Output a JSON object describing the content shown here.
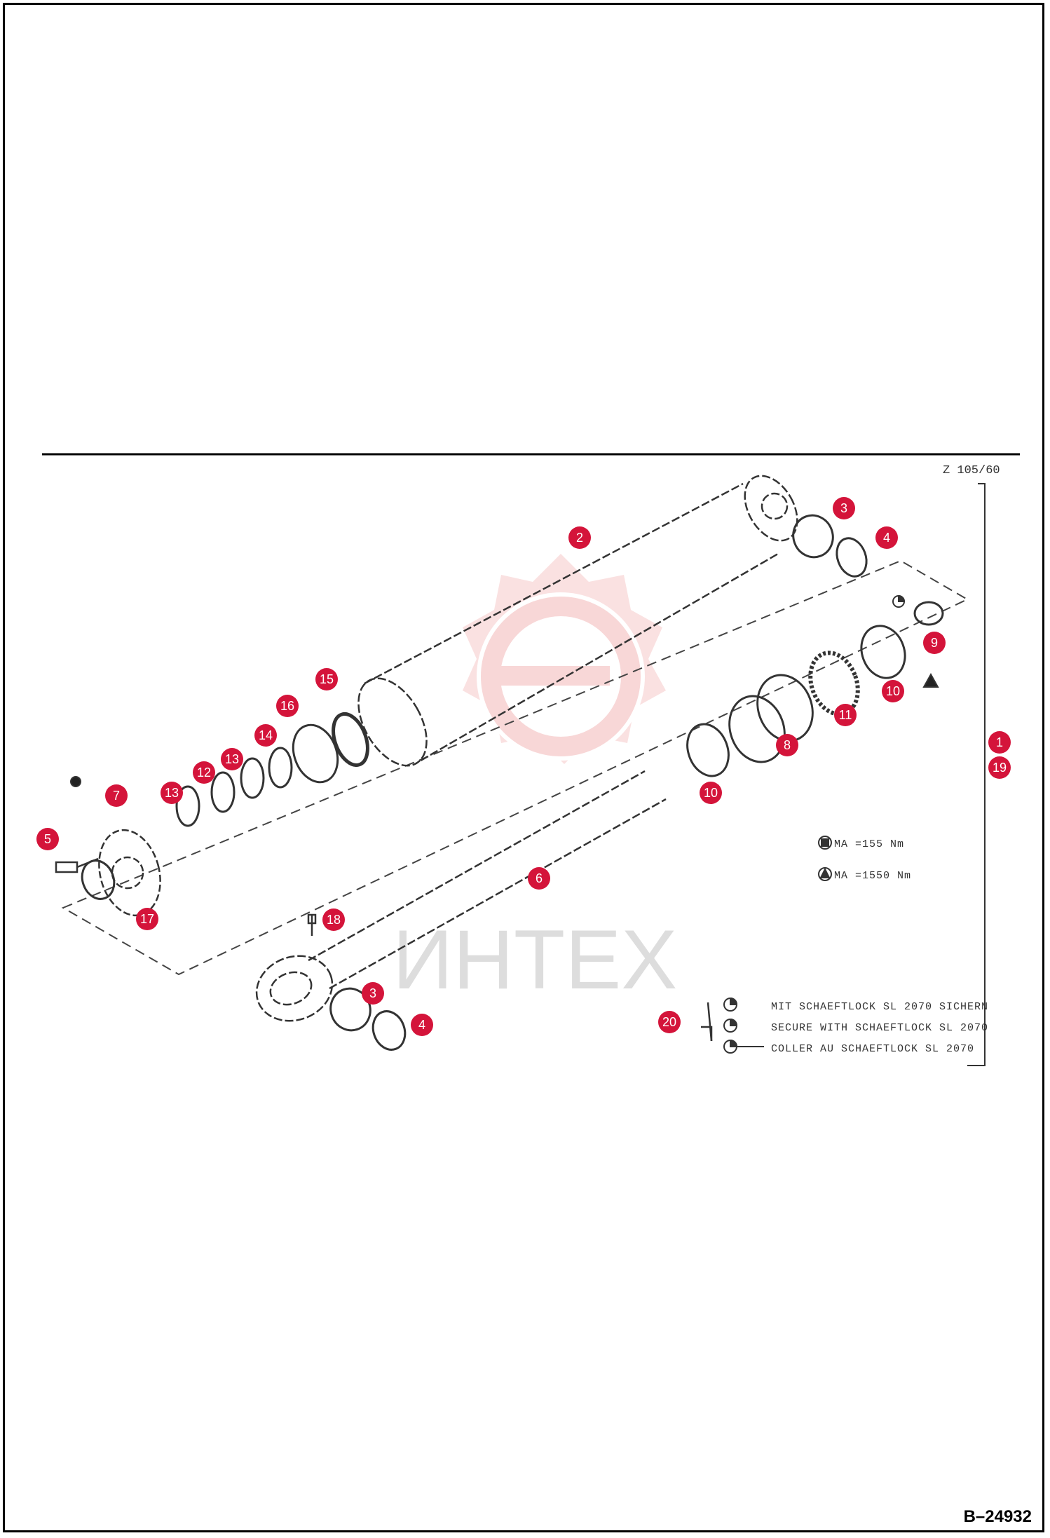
{
  "drawing_number": "Z 105/60",
  "reference_code": "B–24932",
  "watermark_text": "ИНТЕХ",
  "torque_notes": [
    {
      "symbol": "square-torque-icon",
      "label": "MA =155 Nm"
    },
    {
      "symbol": "triangle-torque-icon",
      "label": "MA =1550 Nm"
    }
  ],
  "loctite_notes": [
    "MIT SCHAEFTLOCK SL 2070 SICHERN",
    "SECURE WITH SCHAEFTLOCK SL 2070",
    "COLLER AU SCHAEFTLOCK SL 2070"
  ],
  "callouts": [
    "1",
    "2",
    "3",
    "3",
    "4",
    "4",
    "5",
    "6",
    "7",
    "8",
    "9",
    "10",
    "10",
    "11",
    "12",
    "13",
    "13",
    "14",
    "15",
    "16",
    "17",
    "18",
    "19",
    "20"
  ],
  "colors": {
    "callout": "#d4143a",
    "watermark": "#f4b7b7",
    "line": "#222222"
  }
}
